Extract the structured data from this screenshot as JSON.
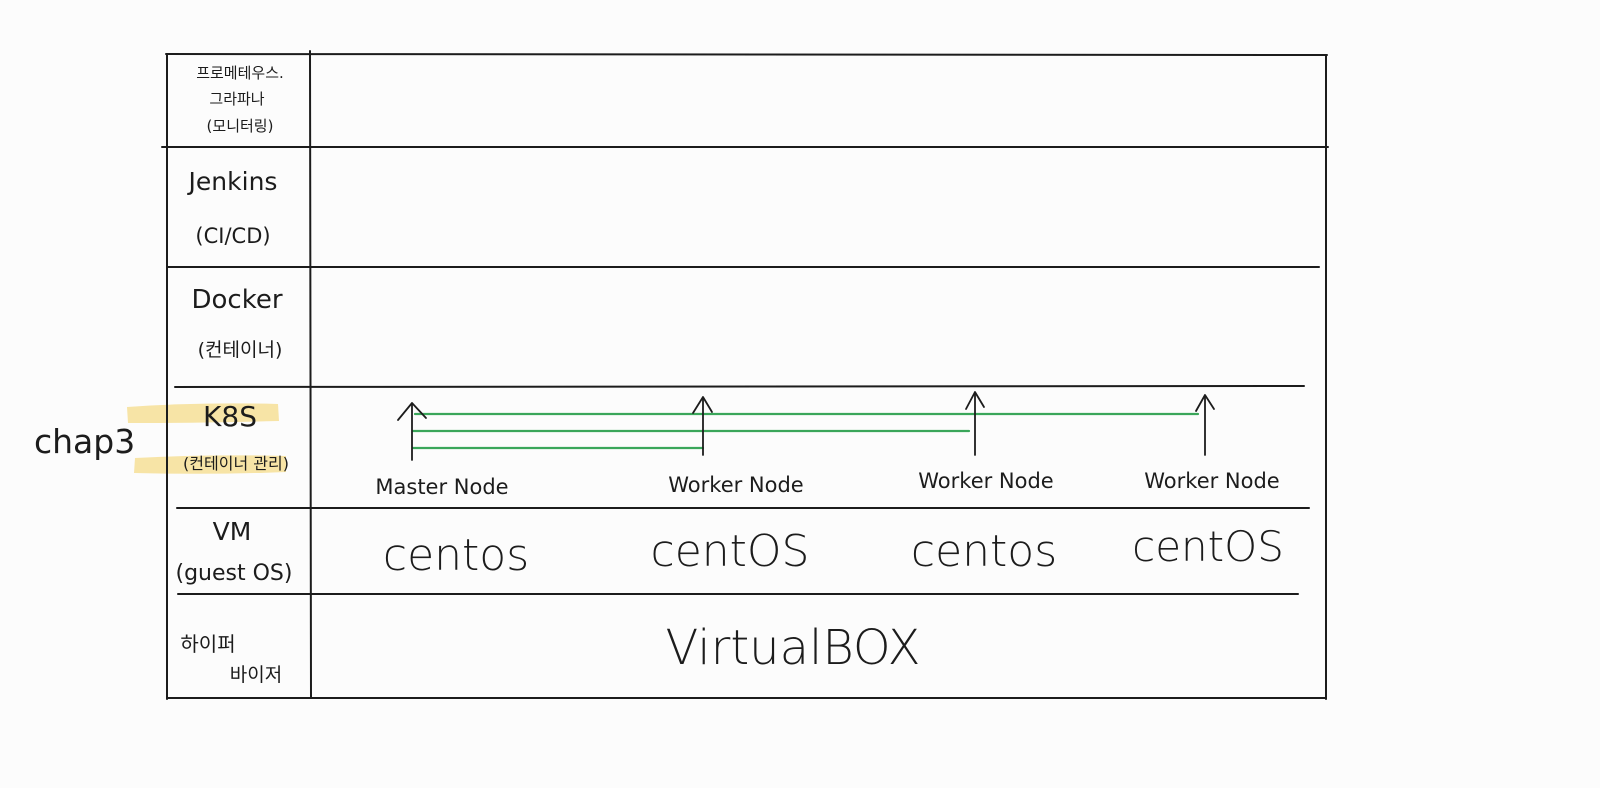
{
  "side_note": {
    "text": "chap3",
    "highlight_color": "#f6dc8a"
  },
  "layers": [
    {
      "id": "monitoring",
      "label_lines": [
        "프로메테우스.",
        "그라파나",
        "(모니터링)"
      ]
    },
    {
      "id": "cicd",
      "label_lines": [
        "Jenkins",
        "(CI/CD)"
      ]
    },
    {
      "id": "container",
      "label_lines": [
        "Docker",
        "(컨테이너)"
      ]
    },
    {
      "id": "orchestration",
      "label_lines": [
        "K8S",
        "(컨테이너 관리)"
      ],
      "highlighted": true
    },
    {
      "id": "vm",
      "label_lines": [
        "VM",
        "(guest OS)"
      ]
    },
    {
      "id": "hypervisor",
      "label_lines": [
        "하이퍼",
        "바이저"
      ]
    }
  ],
  "nodes": [
    {
      "role": "Master Node",
      "os": "centos"
    },
    {
      "role": "Worker Node",
      "os": "centOS"
    },
    {
      "role": "Worker Node",
      "os": "centos"
    },
    {
      "role": "Worker Node",
      "os": "centOS"
    }
  ],
  "hypervisor_product": "VirtualBOX",
  "colors": {
    "ink": "#1c1c1c",
    "connection": "#3aa65a",
    "highlight": "#f6dc8a",
    "background": "#fcfcfc"
  }
}
